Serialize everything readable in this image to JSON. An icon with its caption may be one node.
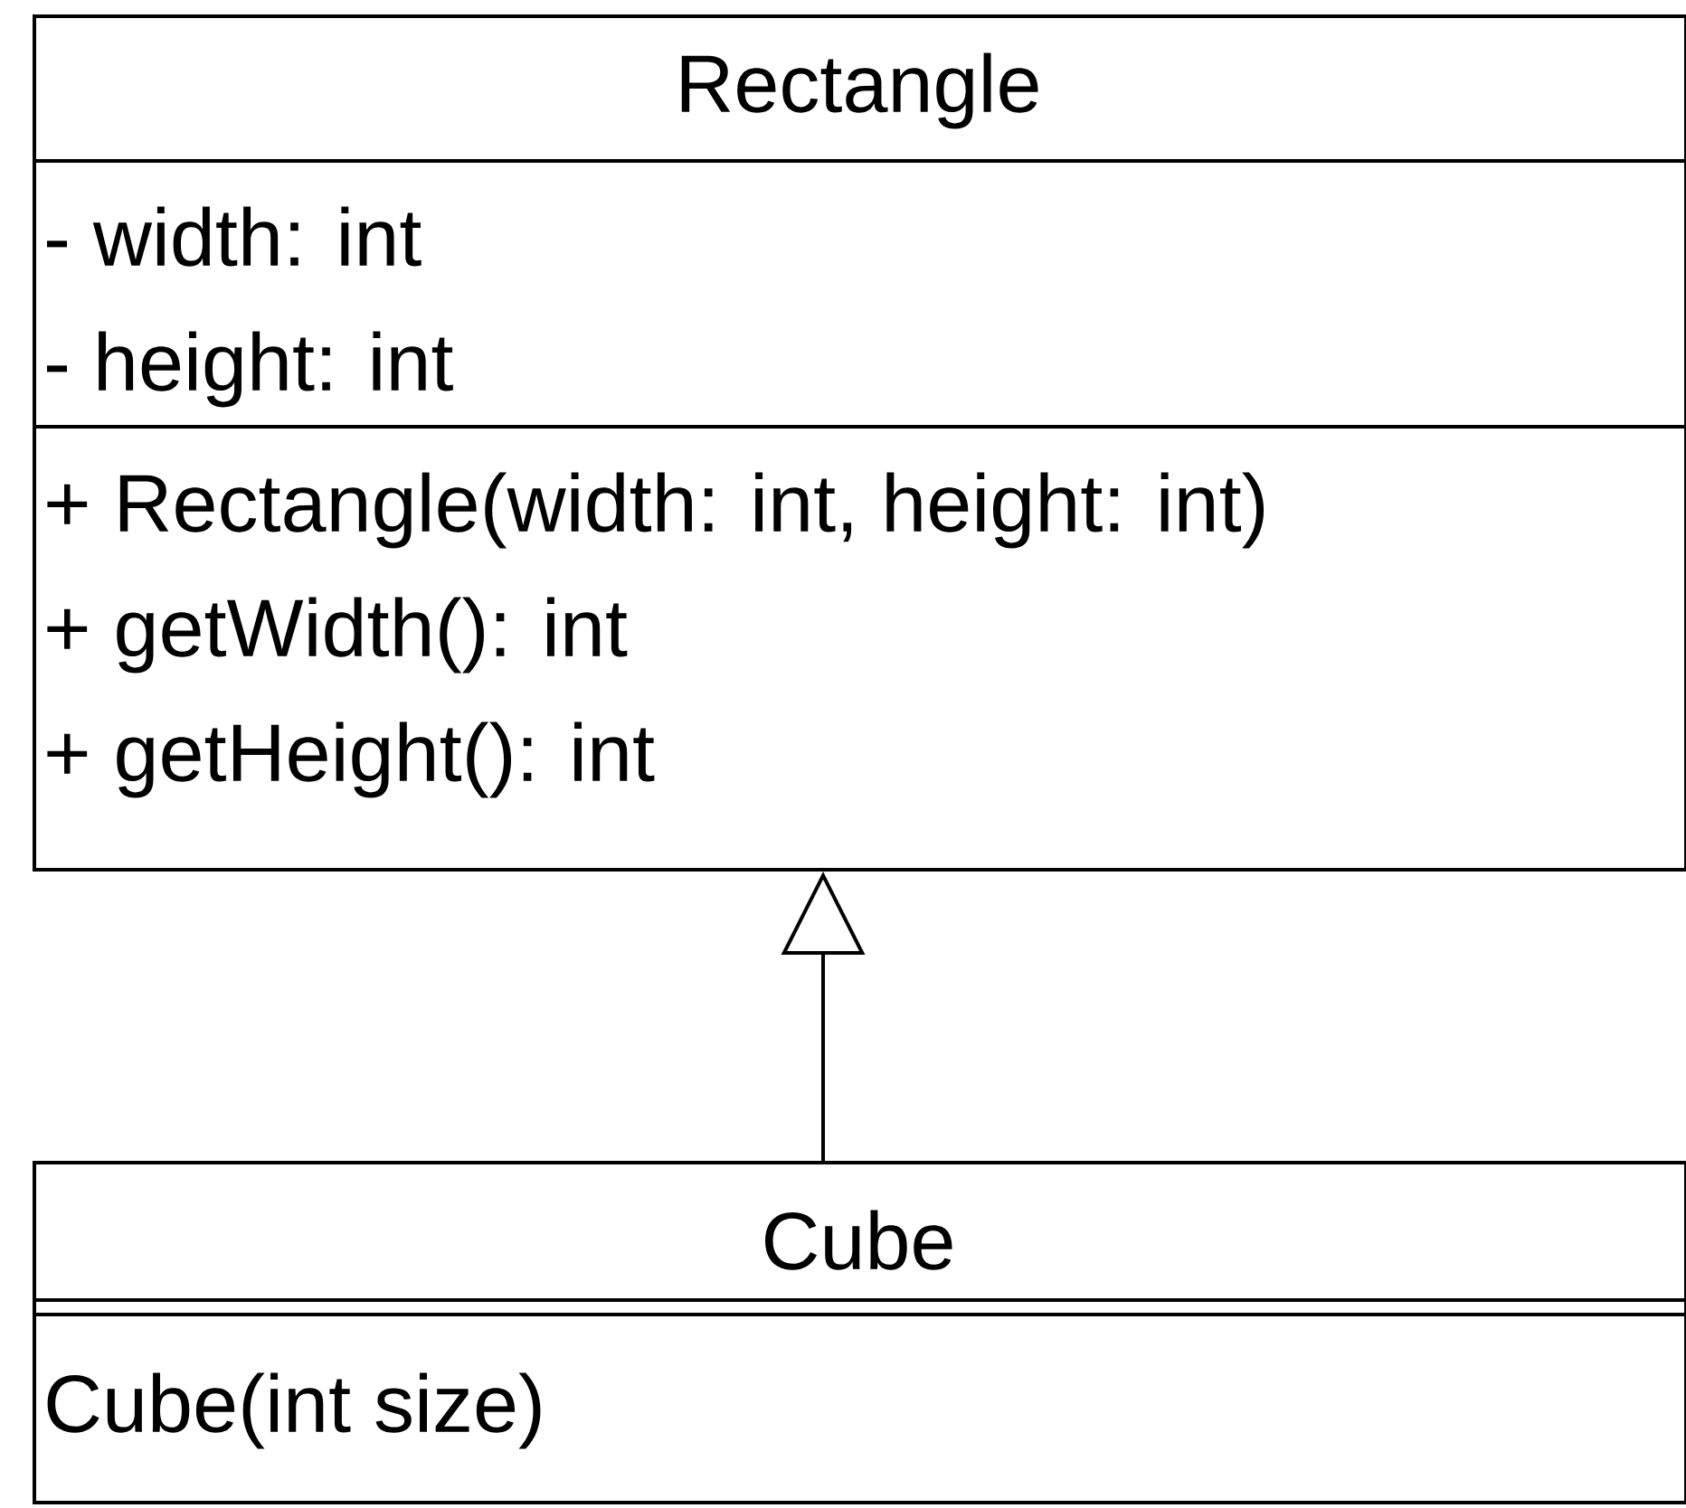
{
  "diagram": {
    "nodes": [
      {
        "text": [
          "Rectangle"
        ]
      },
      {
        "text": [
          "- width: int",
          "- height: int"
        ],
        "in": 0
      },
      {
        "text": [
          "+ Rectangle(width: int, height: int)",
          "+ getWidth(): int",
          "+ getHeight(): int"
        ],
        "in": 0
      },
      {
        "text": [
          "Cube"
        ]
      },
      {
        "text": [],
        "shape": "box",
        "in": 3
      },
      {
        "text": [
          "Cube(int size)"
        ],
        "in": 3
      }
    ],
    "edges": [
      {
        "from": 3,
        "to": 0,
        "arrow": "to"
      }
    ]
  }
}
